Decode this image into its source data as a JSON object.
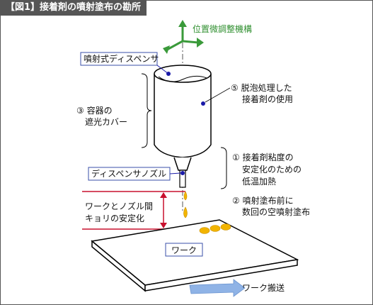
{
  "title": "【図1】接着剤の噴射塗布の勘所",
  "labels": {
    "position_adjust": "位置微調整機構",
    "jet_dispenser": "噴射式ディスペンサ",
    "dispenser_nozzle": "ディスペンサノズル",
    "work": "ワーク",
    "work_transport": "ワーク搬送"
  },
  "notes": {
    "n3_line1": "③ 容器の",
    "n3_line2": "遮光カバー",
    "n5_line1": "⑤ 脱泡処理した",
    "n5_line2": "接着剤の使用",
    "n1_line1": "① 接着剤粘度の",
    "n1_line2": "安定化のための",
    "n1_line3": "低温加熱",
    "n2_line1": "② 噴射塗布前に",
    "n2_line2": "数回の空噴射塗布",
    "n4_line1": "ワークとノズル間",
    "n4_line2": "キョリの安定化"
  },
  "colors": {
    "title_bg": "#555555",
    "arrow_green": "#3a9a3a",
    "accent_red": "#c8102e",
    "dot_blue": "#1a1aa8",
    "droplet_yellow": "#f2b400",
    "transport_arrow": "#8fb3e6"
  }
}
